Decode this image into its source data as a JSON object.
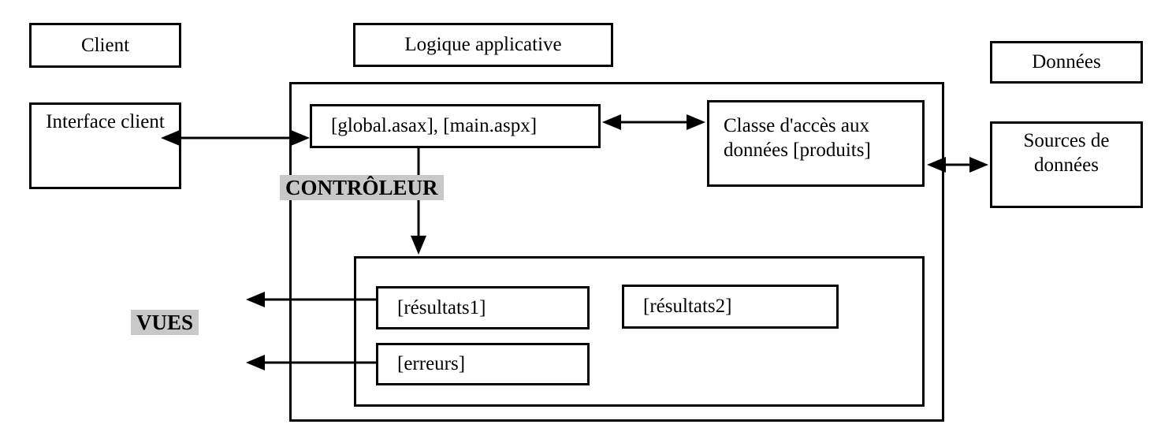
{
  "colors": {
    "line": "#000000",
    "highlight_bg": "#c8c8c8",
    "background": "#ffffff"
  },
  "tiers": {
    "client_title": "Client",
    "logic_title": "Logique applicative",
    "data_title": "Données"
  },
  "nodes": {
    "interface_client": "Interface client",
    "controller_files": "[global.asax], [main.aspx]",
    "data_access_class": "Classe d'accès aux données [produits]",
    "data_sources": "Sources de données",
    "view_resultats1": "[résultats1]",
    "view_resultats2": "[résultats2]",
    "view_erreurs": "[erreurs]"
  },
  "labels": {
    "controller": "CONTRÔLEUR",
    "views": "VUES"
  }
}
